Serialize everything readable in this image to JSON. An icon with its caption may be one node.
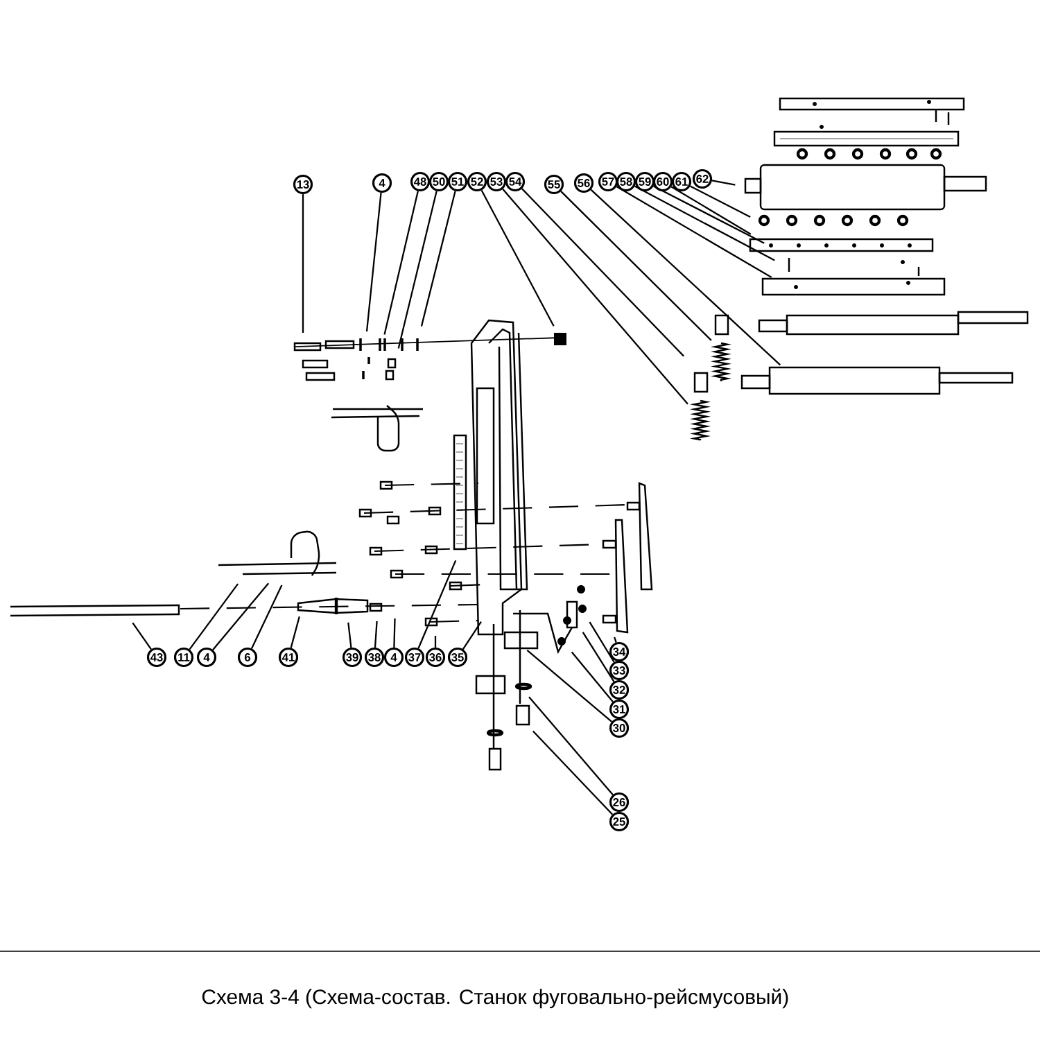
{
  "diagram": {
    "caption": "Схема 3-4 (Схема-состав. Станок фуговально-рейсмусовый)",
    "nodes": [
      {
        "text": [
          "13"
        ]
      },
      {
        "text": [
          "4"
        ]
      },
      {
        "text": [
          "48"
        ]
      },
      {
        "text": [
          "50"
        ]
      },
      {
        "text": [
          "51"
        ]
      },
      {
        "text": [
          "52"
        ]
      },
      {
        "text": [
          "53"
        ]
      },
      {
        "text": [
          "54"
        ]
      },
      {
        "text": [
          "55"
        ]
      },
      {
        "text": [
          "56"
        ]
      },
      {
        "text": [
          "57"
        ]
      },
      {
        "text": [
          "58"
        ]
      },
      {
        "text": [
          "59"
        ]
      },
      {
        "text": [
          "60"
        ]
      },
      {
        "text": [
          "61"
        ]
      },
      {
        "text": [
          "62"
        ]
      },
      {
        "text": [
          "43"
        ]
      },
      {
        "text": [
          "11"
        ]
      },
      {
        "text": [
          "4"
        ]
      },
      {
        "text": [
          "6"
        ]
      },
      {
        "text": [
          "41"
        ]
      },
      {
        "text": [
          "39"
        ]
      },
      {
        "text": [
          "38"
        ]
      },
      {
        "text": [
          "4"
        ]
      },
      {
        "text": [
          "37"
        ]
      },
      {
        "text": [
          "36"
        ]
      },
      {
        "text": [
          "35"
        ]
      },
      {
        "text": [
          "34"
        ]
      },
      {
        "text": [
          "33"
        ]
      },
      {
        "text": [
          "32"
        ]
      },
      {
        "text": [
          "31"
        ]
      },
      {
        "text": [
          "30"
        ]
      },
      {
        "text": [
          "26"
        ]
      },
      {
        "text": [
          "25"
        ]
      }
    ],
    "edges": [
      {
        "from": 0,
        "to": null,
        "arrow": "none"
      },
      {
        "from": 1,
        "to": null,
        "arrow": "none"
      },
      {
        "from": 2,
        "to": null,
        "arrow": "none"
      },
      {
        "from": 3,
        "to": null,
        "arrow": "none"
      },
      {
        "from": 4,
        "to": null,
        "arrow": "none"
      },
      {
        "from": 5,
        "to": null,
        "arrow": "none"
      },
      {
        "from": 6,
        "to": null,
        "arrow": "none"
      },
      {
        "from": 7,
        "to": null,
        "arrow": "none"
      },
      {
        "from": 8,
        "to": null,
        "arrow": "none"
      },
      {
        "from": 9,
        "to": null,
        "arrow": "none"
      },
      {
        "from": 10,
        "to": null,
        "arrow": "none"
      },
      {
        "from": 11,
        "to": null,
        "arrow": "none"
      },
      {
        "from": 12,
        "to": null,
        "arrow": "none"
      },
      {
        "from": 13,
        "to": null,
        "arrow": "none"
      },
      {
        "from": 14,
        "to": null,
        "arrow": "none"
      },
      {
        "from": 15,
        "to": null,
        "arrow": "none"
      },
      {
        "from": 16,
        "to": null,
        "arrow": "none"
      },
      {
        "from": 17,
        "to": null,
        "arrow": "none"
      },
      {
        "from": 18,
        "to": null,
        "arrow": "none"
      },
      {
        "from": 19,
        "to": null,
        "arrow": "none"
      },
      {
        "from": 20,
        "to": null,
        "arrow": "none"
      },
      {
        "from": 21,
        "to": null,
        "arrow": "none"
      },
      {
        "from": 22,
        "to": null,
        "arrow": "none"
      },
      {
        "from": 23,
        "to": null,
        "arrow": "none"
      },
      {
        "from": 24,
        "to": null,
        "arrow": "none"
      },
      {
        "from": 25,
        "to": null,
        "arrow": "none"
      },
      {
        "from": 26,
        "to": null,
        "arrow": "none"
      },
      {
        "from": 27,
        "to": null,
        "arrow": "none"
      },
      {
        "from": 28,
        "to": null,
        "arrow": "none"
      },
      {
        "from": 29,
        "to": null,
        "arrow": "none"
      },
      {
        "from": 30,
        "to": null,
        "arrow": "none"
      },
      {
        "from": 31,
        "to": null,
        "arrow": "none"
      },
      {
        "from": 32,
        "to": null,
        "arrow": "none"
      },
      {
        "from": 33,
        "to": null,
        "arrow": "none"
      }
    ]
  }
}
